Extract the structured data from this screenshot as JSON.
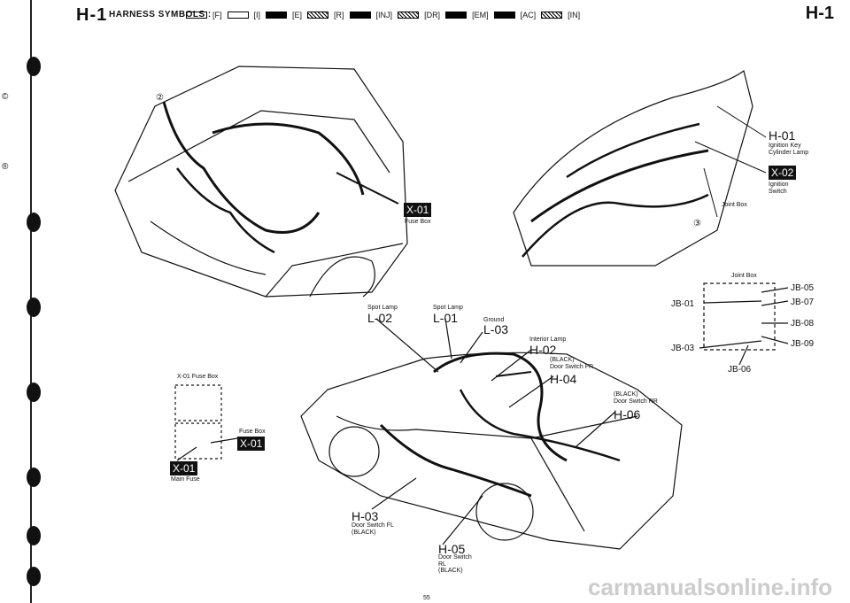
{
  "header": {
    "page_id_left": "H-1",
    "title": "HARNESS SYMBOLS :",
    "page_id_right": "H-1",
    "symbols": [
      "[F]",
      "[I]",
      "[E]",
      "[R]",
      "[INJ]",
      "[DR]",
      "[EM]",
      "[AC]",
      "[IN]"
    ]
  },
  "engine": {
    "circle_label": "②",
    "fuse_box_code": "X-01",
    "fuse_box_label": "Fuse Box"
  },
  "dash": {
    "ignition_code": "H-01",
    "ignition_label": "Ignition Key\nCylinder Lamp",
    "switch_code": "X-02",
    "switch_label": "Ignition\nSwitch",
    "joint_box_label": "Joint Box",
    "circle_label": "③"
  },
  "joint_box": {
    "title": "Joint Box",
    "codes": [
      "JB-01",
      "JB-03",
      "JB-05",
      "JB-07",
      "JB-08",
      "JB-09",
      "JB-06"
    ]
  },
  "fuse_detail": {
    "title": "X-01 Fuse Box",
    "fuse_box_label": "Fuse Box",
    "fuse_box_code": "X-01",
    "main_fuse_code": "X-01",
    "main_fuse_label": "Main Fuse"
  },
  "body": {
    "l02_label": "Spot Lamp",
    "l02_code": "L-02",
    "l01_label": "Spot Lamp",
    "l01_code": "L-01",
    "l03_label": "Ground",
    "l03_code": "L-03",
    "h02_label": "Interior Lamp",
    "h02_code": "H-02",
    "h04_label": "(BLACK)\nDoor Switch FR",
    "h04_code": "H-04",
    "h06_label": "(BLACK)\nDoor Switch RR",
    "h06_code": "H-06",
    "h03_code": "H-03",
    "h03_label": "Door Switch FL\n(BLACK)",
    "h05_code": "H-05",
    "h05_label": "Door Switch\nRL\n(BLACK)"
  },
  "left_margin": {
    "mark1": "©",
    "mark2": "®"
  },
  "footer": {
    "watermark": "carmanualsonline.info",
    "page_num": "55"
  }
}
